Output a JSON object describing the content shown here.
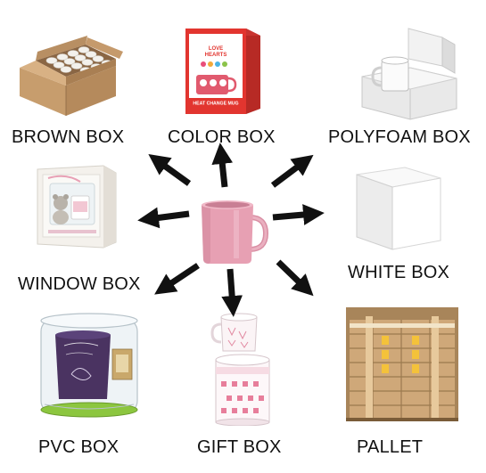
{
  "labels": {
    "brown_box": "BROWN BOX",
    "color_box": "COLOR BOX",
    "polyfoam_box": "POLYFOAM BOX",
    "window_box": "WINDOW BOX",
    "white_box": "WHITE BOX",
    "pvc_box": "PVC BOX",
    "gift_box": "GIFT BOX",
    "pallet": "PALLET"
  },
  "color_box_print": {
    "line1": "LOVE",
    "line2": "HEARTS",
    "footer": "HEAT CHANGE MUG"
  },
  "colors": {
    "mug_pink": "#e7a0b3",
    "cardboard": "#c9a072",
    "arrow": "#111111",
    "color_box_red": "#e2352f"
  }
}
